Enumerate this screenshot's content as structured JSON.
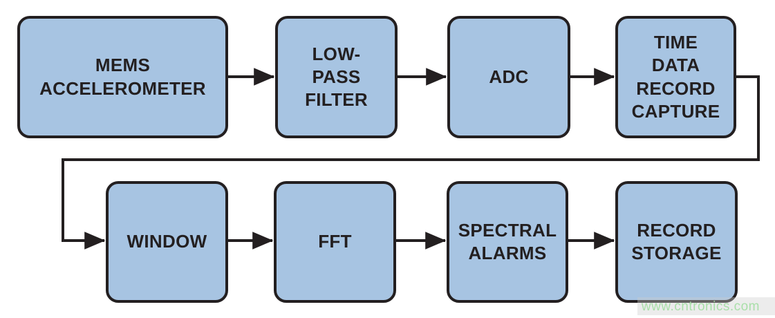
{
  "diagram": {
    "blocks": [
      {
        "name": "mems-accelerometer",
        "label": "MEMS\nACCELEROMETER"
      },
      {
        "name": "low-pass-filter",
        "label": "LOW-\nPASS\nFILTER"
      },
      {
        "name": "adc",
        "label": "ADC"
      },
      {
        "name": "time-data-record-capture",
        "label": "TIME\nDATA\nRECORD\nCAPTURE"
      },
      {
        "name": "window",
        "label": "WINDOW"
      },
      {
        "name": "fft",
        "label": "FFT"
      },
      {
        "name": "spectral-alarms",
        "label": "SPECTRAL\nALARMS"
      },
      {
        "name": "record-storage",
        "label": "RECORD\nSTORAGE"
      }
    ],
    "connections": [
      {
        "from": "MEMS ACCELEROMETER",
        "to": "LOW-PASS FILTER"
      },
      {
        "from": "LOW-PASS FILTER",
        "to": "ADC"
      },
      {
        "from": "ADC",
        "to": "TIME DATA RECORD CAPTURE"
      },
      {
        "from": "TIME DATA RECORD CAPTURE",
        "to": "WINDOW"
      },
      {
        "from": "WINDOW",
        "to": "FFT"
      },
      {
        "from": "FFT",
        "to": "SPECTRAL ALARMS"
      },
      {
        "from": "SPECTRAL ALARMS",
        "to": "RECORD STORAGE"
      }
    ],
    "colors": {
      "block_fill": "#a7c4e2",
      "block_border": "#231f20",
      "connector": "#231f20",
      "watermark_text": "#a9dfa9"
    },
    "watermark": {
      "text": "www.cntronics.com"
    }
  }
}
